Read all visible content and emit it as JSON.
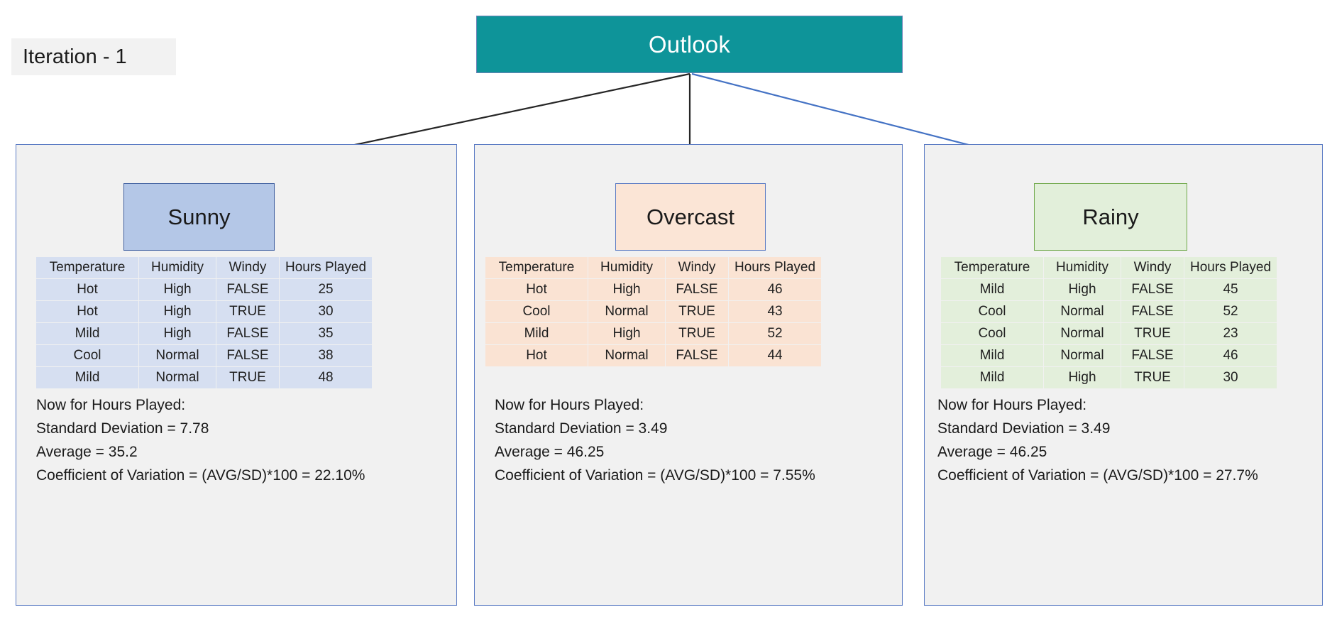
{
  "iteration": {
    "label": "Iteration - 1"
  },
  "root": {
    "label": "Outlook"
  },
  "colors": {
    "root_fill": "#0E9499",
    "root_text": "#FFFFFF",
    "panel_fill": "#F1F1F1",
    "panel_border": "#5B7BC4",
    "sunny_fill": "#B4C7E7",
    "sunny_border": "#3F5FA0",
    "sunny_table": "#D6DFF1",
    "overcast_fill": "#FBE5D6",
    "overcast_border": "#5B7BC4",
    "overcast_table": "#FAE3D3",
    "rainy_fill": "#E2EFDA",
    "rainy_border": "#6FA84A",
    "rainy_table": "#E3EFDB",
    "edge_dark": "#262626",
    "edge_blue": "#4472C4",
    "badge_fill": "#F2F2F2"
  },
  "columns": [
    "Temperature",
    "Humidity",
    "Windy",
    "Hours Played"
  ],
  "branches": [
    {
      "name": "Sunny",
      "rows": [
        [
          "Hot",
          "High",
          "FALSE",
          "25"
        ],
        [
          "Hot",
          "High",
          "TRUE",
          "30"
        ],
        [
          "Mild",
          "High",
          "FALSE",
          "35"
        ],
        [
          "Cool",
          "Normal",
          "FALSE",
          "38"
        ],
        [
          "Mild",
          "Normal",
          "TRUE",
          "48"
        ]
      ],
      "stats": [
        "Now for Hours Played:",
        "Standard Deviation = 7.78",
        "Average = 35.2",
        "Coefficient of Variation = (AVG/SD)*100 = 22.10%"
      ],
      "standard_deviation": "7.78",
      "average": "35.2",
      "coefficient_of_variation": "22.10%"
    },
    {
      "name": "Overcast",
      "rows": [
        [
          "Hot",
          "High",
          "FALSE",
          "46"
        ],
        [
          "Cool",
          "Normal",
          "TRUE",
          "43"
        ],
        [
          "Mild",
          "High",
          "TRUE",
          "52"
        ],
        [
          "Hot",
          "Normal",
          "FALSE",
          "44"
        ]
      ],
      "stats": [
        "Now for Hours Played:",
        "Standard Deviation = 3.49",
        "Average = 46.25",
        "Coefficient of Variation = (AVG/SD)*100 = 7.55%"
      ],
      "standard_deviation": "3.49",
      "average": "46.25",
      "coefficient_of_variation": "7.55%"
    },
    {
      "name": "Rainy",
      "rows": [
        [
          "Mild",
          "High",
          "FALSE",
          "45"
        ],
        [
          "Cool",
          "Normal",
          "FALSE",
          "52"
        ],
        [
          "Cool",
          "Normal",
          "TRUE",
          "23"
        ],
        [
          "Mild",
          "Normal",
          "FALSE",
          "46"
        ],
        [
          "Mild",
          "High",
          "TRUE",
          "30"
        ]
      ],
      "stats": [
        "Now for Hours Played:",
        "Standard Deviation = 3.49",
        "Average = 46.25",
        "Coefficient of Variation = (AVG/SD)*100 = 27.7%"
      ],
      "standard_deviation": "3.49",
      "average": "46.25",
      "coefficient_of_variation": "27.7%"
    }
  ]
}
